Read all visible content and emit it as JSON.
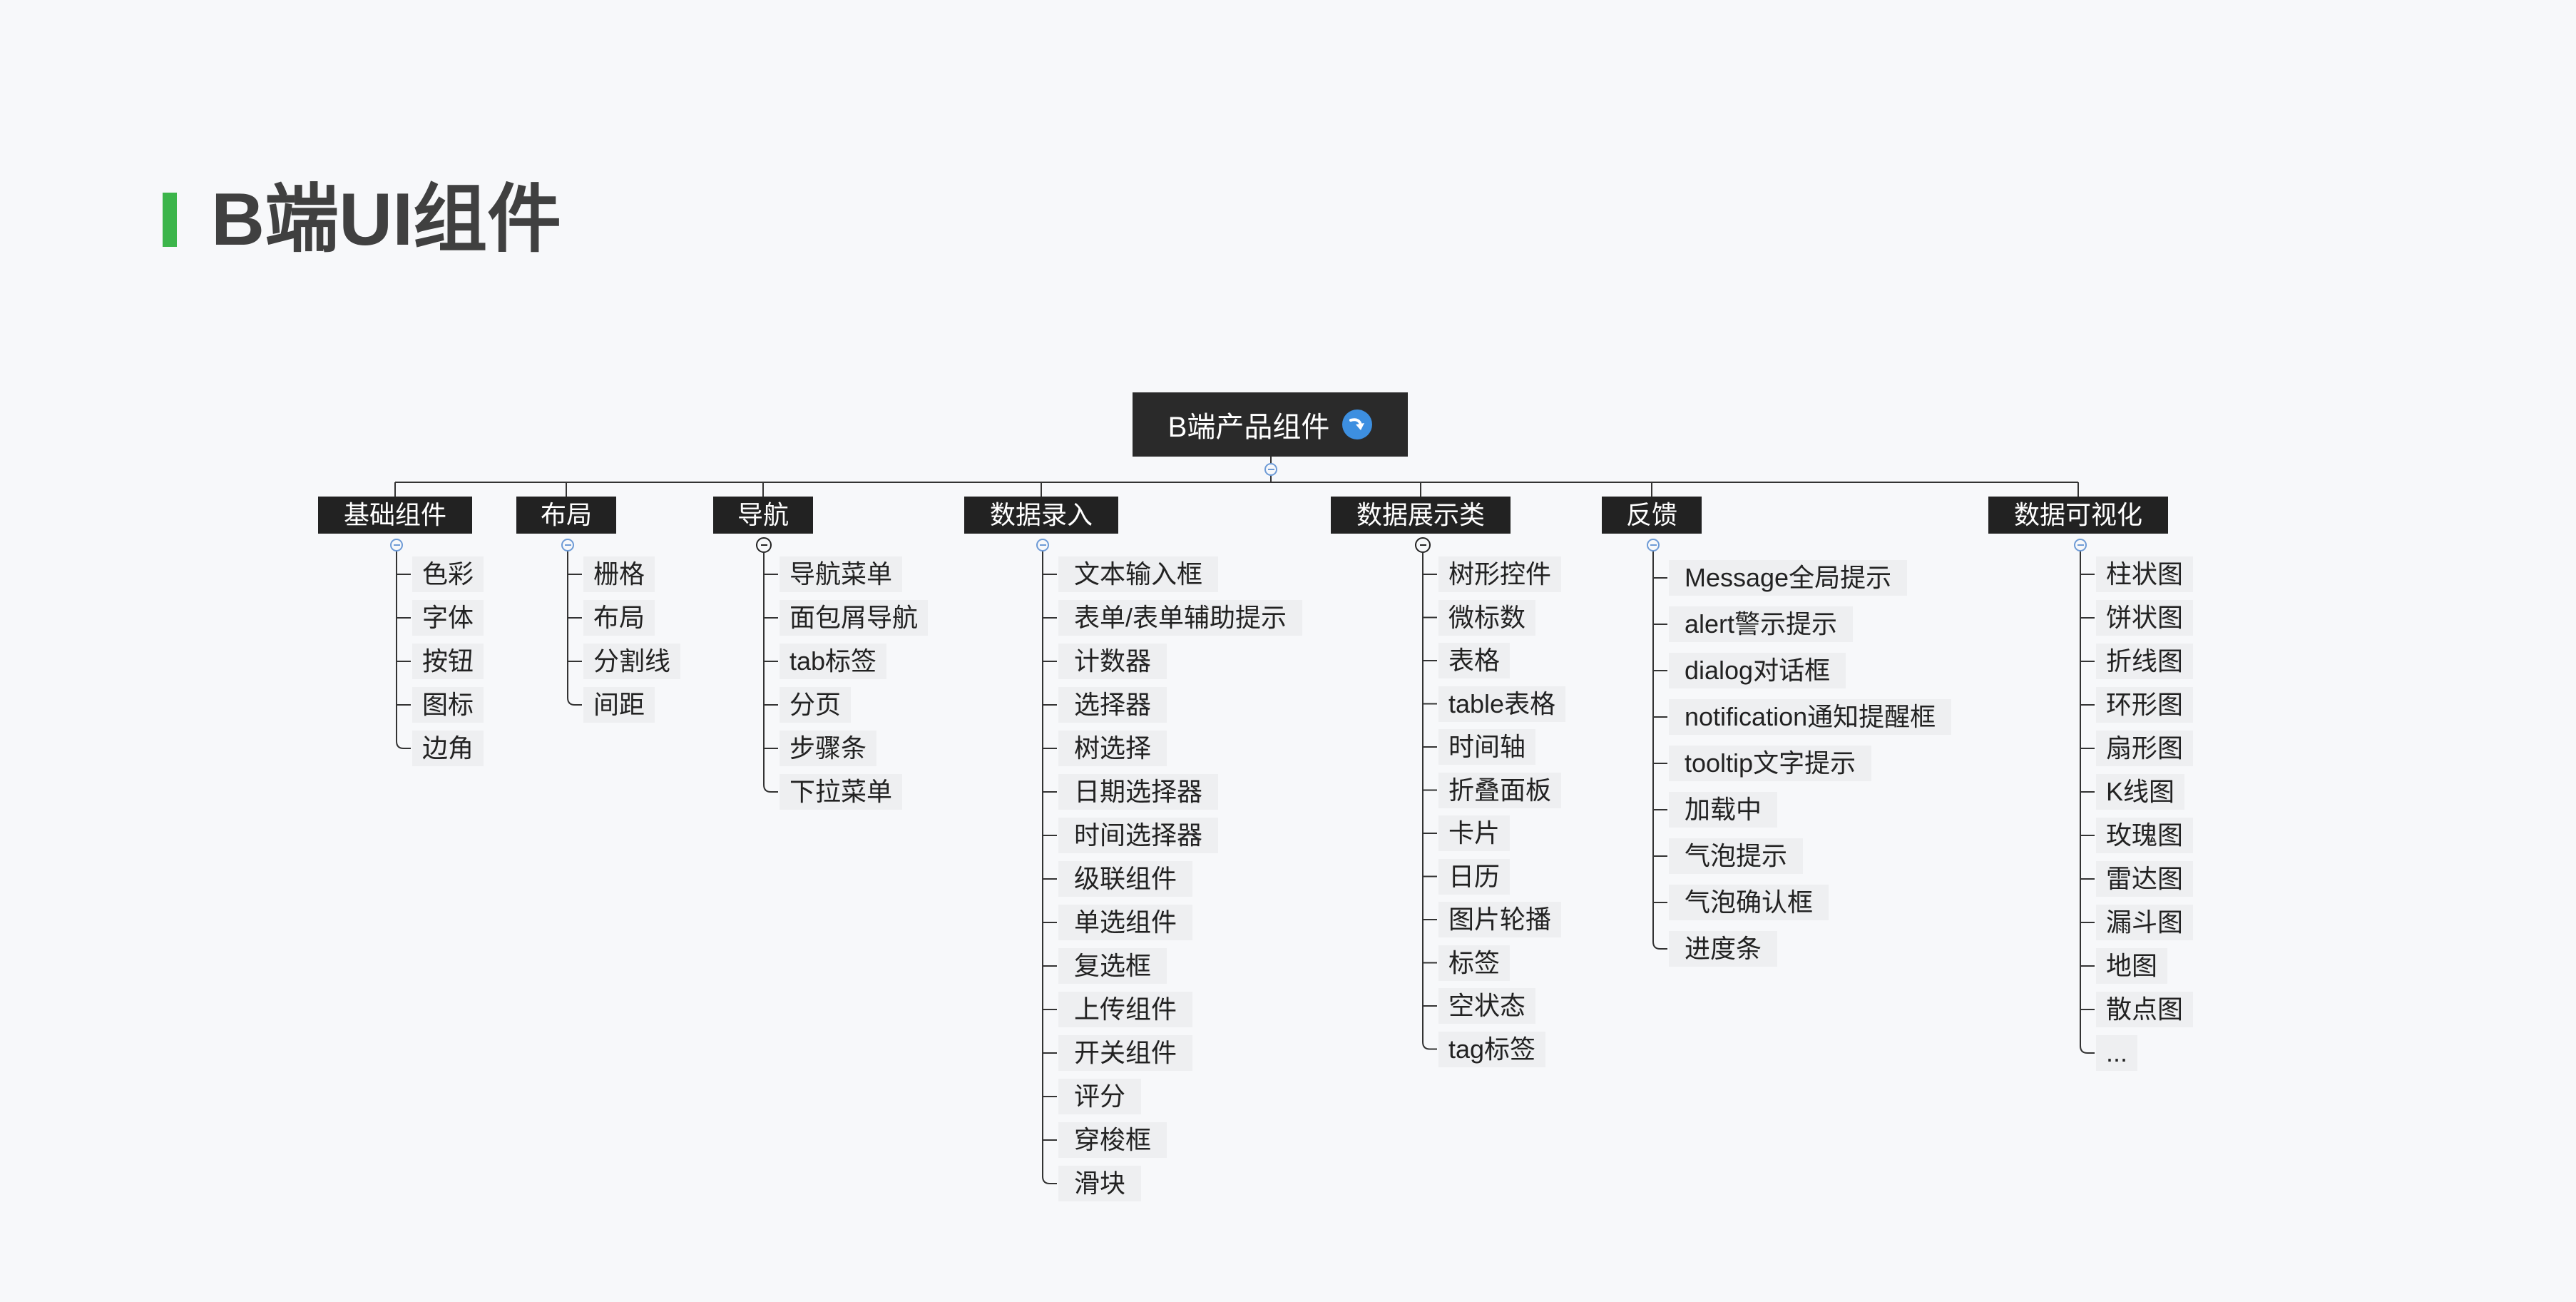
{
  "page": {
    "title": "B端UI组件"
  },
  "tree": {
    "root": {
      "label": "B端产品组件",
      "icon": "blue-arrow-icon"
    },
    "branches": [
      {
        "label": "基础组件",
        "children": [
          "色彩",
          "字体",
          "按钮",
          "图标",
          "边角"
        ]
      },
      {
        "label": "布局",
        "children": [
          "栅格",
          "布局",
          "分割线",
          "间距"
        ]
      },
      {
        "label": "导航",
        "children": [
          "导航菜单",
          "面包屑导航",
          "tab标签",
          "分页",
          "步骤条",
          "下拉菜单"
        ]
      },
      {
        "label": "数据录入",
        "children": [
          "文本输入框",
          "表单/表单辅助提示",
          "计数器",
          "选择器",
          "树选择",
          "日期选择器",
          "时间选择器",
          "级联组件",
          "单选组件",
          "复选框",
          "上传组件",
          "开关组件",
          "评分",
          "穿梭框",
          "滑块"
        ]
      },
      {
        "label": "数据展示类",
        "children": [
          "树形控件",
          "微标数",
          "表格",
          "table表格",
          "时间轴",
          "折叠面板",
          "卡片",
          "日历",
          "图片轮播",
          "标签",
          "空状态",
          "tag标签"
        ]
      },
      {
        "label": "反馈",
        "children": [
          "Message全局提示",
          "alert警示提示",
          "dialog对话框",
          "notification通知提醒框",
          "tooltip文字提示",
          "加载中",
          "气泡提示",
          "气泡确认框",
          "进度条"
        ]
      },
      {
        "label": "数据可视化",
        "children": [
          "柱状图",
          "饼状图",
          "折线图",
          "环形图",
          "扇形图",
          "K线图",
          "玫瑰图",
          "雷达图",
          "漏斗图",
          "地图",
          "散点图",
          "..."
        ]
      }
    ]
  },
  "colors": {
    "accent_bar": "#3cb54a",
    "node_fill": "#222222",
    "leaf_fill": "#eeeff1",
    "collapse_blue": "#6e9bd6",
    "background": "#f7f8fa"
  }
}
